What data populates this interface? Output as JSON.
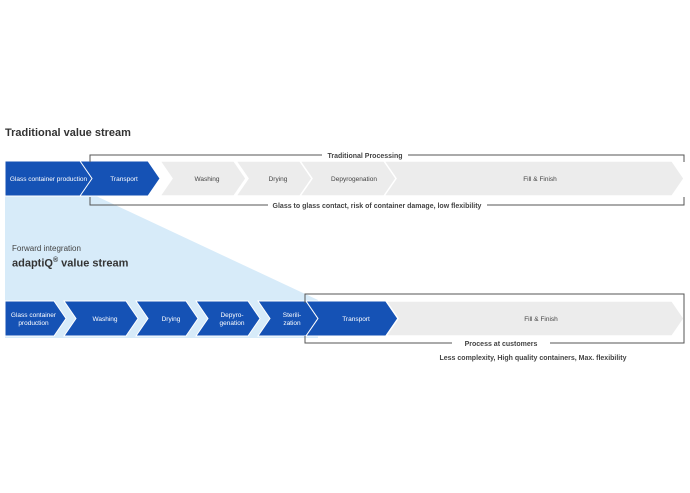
{
  "section1": {
    "title": "Traditional value stream",
    "bracket_top_label": "Traditional Processing",
    "bracket_bottom_label": "Glass to glass contact, risk of container damage, low flexibility",
    "steps": [
      {
        "lines": [
          "Glass container production"
        ],
        "style": "blue"
      },
      {
        "lines": [
          "Transport"
        ],
        "style": "blue"
      },
      {
        "lines": [
          "Washing"
        ],
        "style": "grey"
      },
      {
        "lines": [
          "Drying"
        ],
        "style": "grey"
      },
      {
        "lines": [
          "Depyrogenation"
        ],
        "style": "grey"
      },
      {
        "lines": [
          "Fill & Finish"
        ],
        "style": "grey"
      }
    ]
  },
  "section2": {
    "forward_label": "Forward integration",
    "title_main": "adaptiQ",
    "title_reg": "®",
    "title_rest": " value stream",
    "bracket_bottom_label": "Process at customers",
    "summary": "Less complexity, High quality containers, Max. flexibility",
    "steps": [
      {
        "lines": [
          "Glass container",
          "production"
        ],
        "style": "blue"
      },
      {
        "lines": [
          "Washing"
        ],
        "style": "blue"
      },
      {
        "lines": [
          "Drying"
        ],
        "style": "blue"
      },
      {
        "lines": [
          "Depyro-",
          "genation"
        ],
        "style": "blue"
      },
      {
        "lines": [
          "Sterili-",
          "zation"
        ],
        "style": "blue"
      },
      {
        "lines": [
          "Transport"
        ],
        "style": "blue"
      },
      {
        "lines": [
          "Fill & Finish"
        ],
        "style": "grey"
      }
    ]
  },
  "colors": {
    "blue": "#1552b5",
    "grey_fill": "#ececec",
    "grey_text": "#444444",
    "highlight": "#d7ebf9",
    "bracket": "#555555"
  }
}
